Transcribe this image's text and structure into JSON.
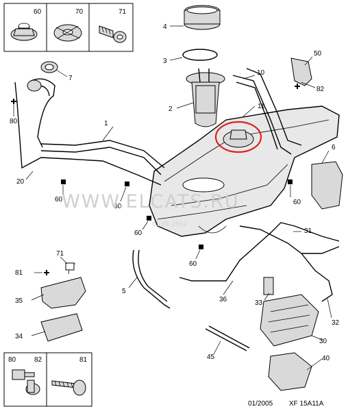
{
  "diagram": {
    "inset_top": [
      {
        "label": "60"
      },
      {
        "label": "70"
      },
      {
        "label": "71"
      }
    ],
    "inset_bottom": [
      {
        "label": "80"
      },
      {
        "label": "82"
      },
      {
        "label": "81"
      }
    ],
    "callouts": {
      "c1": "1",
      "c2": "2",
      "c3": "3",
      "c4": "4",
      "c5": "5",
      "c6": "6",
      "c7": "7",
      "c10": "10",
      "c11": "11",
      "c20": "20",
      "c30": "30",
      "c31": "31",
      "c32": "32",
      "c33": "33",
      "c34": "34",
      "c35": "35",
      "c36": "36",
      "c40": "40",
      "c45": "45",
      "c50": "50",
      "c60a": "60",
      "c60b": "60",
      "c60c": "60",
      "c60d": "60",
      "c60e": "60",
      "c71": "71",
      "c80": "80",
      "c81": "81",
      "c82": "82"
    },
    "watermark": "WWW.ELCATS.RU",
    "watermark_date": "01.01.2012",
    "footer_date": "01/2005",
    "footer_code": "XF 15A11A",
    "highlight_color": "#e02020"
  }
}
